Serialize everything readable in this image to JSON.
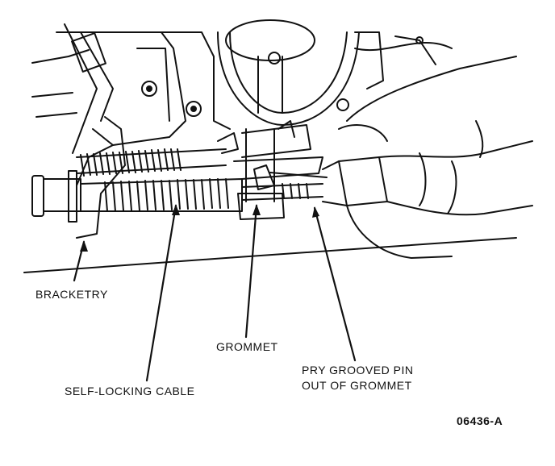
{
  "labels": {
    "bracketry": "BRACKETRY",
    "self_locking_cable": "SELF-LOCKING CABLE",
    "grommet": "GROMMET",
    "pry_line1": "PRY GROOVED PIN",
    "pry_line2": "OUT OF GROMMET",
    "figure_code": "06436-A"
  },
  "colors": {
    "ink": "#111111",
    "paper": "#ffffff"
  }
}
